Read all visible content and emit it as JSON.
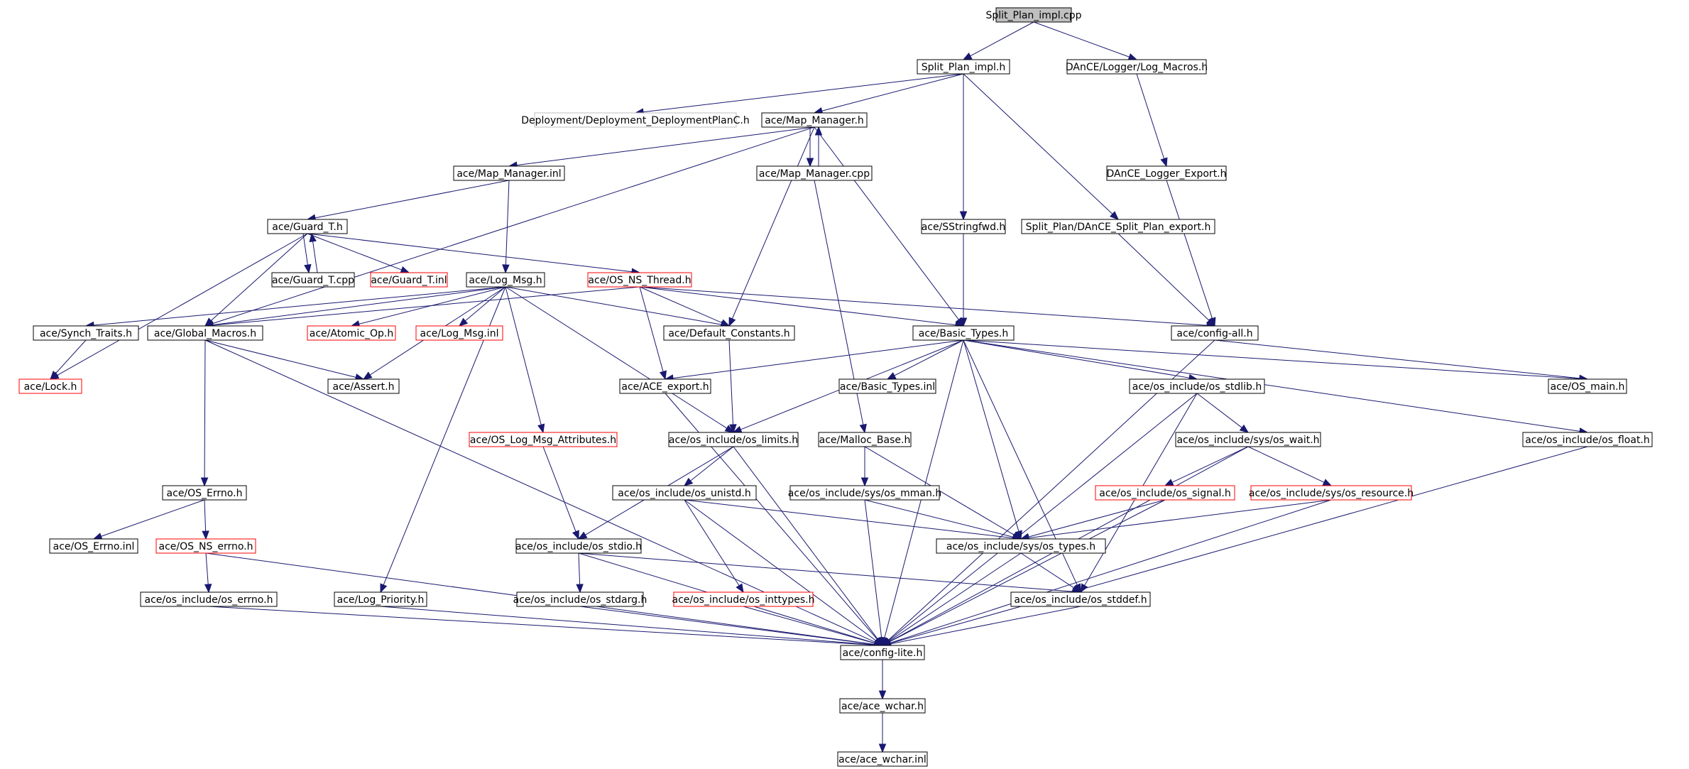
{
  "diagram": {
    "colors": {
      "edge": "#191970",
      "root_fill": "#bfbfbf",
      "box_border": "#000000",
      "missing_include_border": "#ff0000",
      "undocumented_border": "#bfbfbf"
    },
    "nodes": [
      {
        "id": "split_plan_impl_cpp",
        "label": "Split_Plan_impl.cpp",
        "style": "root"
      },
      {
        "id": "split_plan_impl_h",
        "label": "Split_Plan_impl.h",
        "style": "normal"
      },
      {
        "id": "dance_log_macros",
        "label": "DAnCE/Logger/Log_Macros.h",
        "style": "normal"
      },
      {
        "id": "deployment_planc",
        "label": "Deployment/Deployment_DeploymentPlanC.h",
        "style": "gray"
      },
      {
        "id": "map_manager_h",
        "label": "ace/Map_Manager.h",
        "style": "normal"
      },
      {
        "id": "map_manager_inl",
        "label": "ace/Map_Manager.inl",
        "style": "normal"
      },
      {
        "id": "map_manager_cpp",
        "label": "ace/Map_Manager.cpp",
        "style": "normal"
      },
      {
        "id": "dance_logger_export",
        "label": "DAnCE_Logger_Export.h",
        "style": "normal"
      },
      {
        "id": "guard_t_h",
        "label": "ace/Guard_T.h",
        "style": "normal"
      },
      {
        "id": "sstringfwd",
        "label": "ace/SStringfwd.h",
        "style": "normal"
      },
      {
        "id": "split_plan_export",
        "label": "Split_Plan/DAnCE_Split_Plan_export.h",
        "style": "normal"
      },
      {
        "id": "guard_t_cpp",
        "label": "ace/Guard_T.cpp",
        "style": "normal"
      },
      {
        "id": "guard_t_inl",
        "label": "ace/Guard_T.inl",
        "style": "red"
      },
      {
        "id": "log_msg_h",
        "label": "ace/Log_Msg.h",
        "style": "normal"
      },
      {
        "id": "os_ns_thread",
        "label": "ace/OS_NS_Thread.h",
        "style": "red"
      },
      {
        "id": "synch_traits",
        "label": "ace/Synch_Traits.h",
        "style": "normal"
      },
      {
        "id": "global_macros",
        "label": "ace/Global_Macros.h",
        "style": "normal"
      },
      {
        "id": "atomic_op",
        "label": "ace/Atomic_Op.h",
        "style": "red"
      },
      {
        "id": "log_msg_inl",
        "label": "ace/Log_Msg.inl",
        "style": "red"
      },
      {
        "id": "default_constants",
        "label": "ace/Default_Constants.h",
        "style": "normal"
      },
      {
        "id": "basic_types_h",
        "label": "ace/Basic_Types.h",
        "style": "normal"
      },
      {
        "id": "config_all",
        "label": "ace/config-all.h",
        "style": "normal"
      },
      {
        "id": "lock_h",
        "label": "ace/Lock.h",
        "style": "red"
      },
      {
        "id": "assert_h",
        "label": "ace/Assert.h",
        "style": "normal"
      },
      {
        "id": "ace_export",
        "label": "ace/ACE_export.h",
        "style": "normal"
      },
      {
        "id": "basic_types_inl",
        "label": "ace/Basic_Types.inl",
        "style": "normal"
      },
      {
        "id": "os_stdlib",
        "label": "ace/os_include/os_stdlib.h",
        "style": "normal"
      },
      {
        "id": "os_main",
        "label": "ace/OS_main.h",
        "style": "normal"
      },
      {
        "id": "os_log_msg_attributes",
        "label": "ace/OS_Log_Msg_Attributes.h",
        "style": "red"
      },
      {
        "id": "os_limits",
        "label": "ace/os_include/os_limits.h",
        "style": "normal"
      },
      {
        "id": "malloc_base",
        "label": "ace/Malloc_Base.h",
        "style": "normal"
      },
      {
        "id": "os_wait",
        "label": "ace/os_include/sys/os_wait.h",
        "style": "normal"
      },
      {
        "id": "os_float",
        "label": "ace/os_include/os_float.h",
        "style": "normal"
      },
      {
        "id": "os_errno_h",
        "label": "ace/OS_Errno.h",
        "style": "normal"
      },
      {
        "id": "os_unistd",
        "label": "ace/os_include/os_unistd.h",
        "style": "normal"
      },
      {
        "id": "os_mman",
        "label": "ace/os_include/sys/os_mman.h",
        "style": "normal"
      },
      {
        "id": "os_signal",
        "label": "ace/os_include/os_signal.h",
        "style": "red"
      },
      {
        "id": "os_resource",
        "label": "ace/os_include/sys/os_resource.h",
        "style": "red"
      },
      {
        "id": "os_errno_inl",
        "label": "ace/OS_Errno.inl",
        "style": "normal"
      },
      {
        "id": "os_ns_errno",
        "label": "ace/OS_NS_errno.h",
        "style": "red"
      },
      {
        "id": "os_stdio",
        "label": "ace/os_include/os_stdio.h",
        "style": "normal"
      },
      {
        "id": "os_types",
        "label": "ace/os_include/sys/os_types.h",
        "style": "normal"
      },
      {
        "id": "os_include_errno",
        "label": "ace/os_include/os_errno.h",
        "style": "normal"
      },
      {
        "id": "log_priority",
        "label": "ace/Log_Priority.h",
        "style": "normal"
      },
      {
        "id": "os_stdarg",
        "label": "ace/os_include/os_stdarg.h",
        "style": "normal"
      },
      {
        "id": "os_inttypes",
        "label": "ace/os_include/os_inttypes.h",
        "style": "red"
      },
      {
        "id": "os_stddef",
        "label": "ace/os_include/os_stddef.h",
        "style": "normal"
      },
      {
        "id": "config_lite",
        "label": "ace/config-lite.h",
        "style": "normal"
      },
      {
        "id": "ace_wchar_h",
        "label": "ace/ace_wchar.h",
        "style": "normal"
      },
      {
        "id": "ace_wchar_inl",
        "label": "ace/ace_wchar.inl",
        "style": "normal"
      }
    ],
    "edges": [
      [
        "split_plan_impl_cpp",
        "split_plan_impl_h"
      ],
      [
        "split_plan_impl_cpp",
        "dance_log_macros"
      ],
      [
        "split_plan_impl_h",
        "deployment_planc"
      ],
      [
        "split_plan_impl_h",
        "map_manager_h"
      ],
      [
        "split_plan_impl_h",
        "sstringfwd"
      ],
      [
        "split_plan_impl_h",
        "split_plan_export"
      ],
      [
        "dance_log_macros",
        "dance_logger_export"
      ],
      [
        "dance_logger_export",
        "config_all"
      ],
      [
        "split_plan_export",
        "config_all"
      ],
      [
        "map_manager_h",
        "map_manager_inl"
      ],
      [
        "map_manager_h",
        "map_manager_cpp"
      ],
      [
        "map_manager_cpp",
        "map_manager_h"
      ],
      [
        "map_manager_h",
        "global_macros"
      ],
      [
        "map_manager_h",
        "default_constants"
      ],
      [
        "map_manager_h",
        "basic_types_h"
      ],
      [
        "map_manager_inl",
        "guard_t_h"
      ],
      [
        "map_manager_inl",
        "log_msg_h"
      ],
      [
        "map_manager_cpp",
        "malloc_base"
      ],
      [
        "sstringfwd",
        "basic_types_h"
      ],
      [
        "guard_t_h",
        "guard_t_cpp"
      ],
      [
        "guard_t_cpp",
        "guard_t_h"
      ],
      [
        "guard_t_h",
        "guard_t_inl"
      ],
      [
        "guard_t_h",
        "os_ns_thread"
      ],
      [
        "guard_t_h",
        "global_macros"
      ],
      [
        "guard_t_h",
        "lock_h"
      ],
      [
        "log_msg_h",
        "synch_traits"
      ],
      [
        "log_msg_h",
        "global_macros"
      ],
      [
        "log_msg_h",
        "atomic_op"
      ],
      [
        "log_msg_h",
        "log_msg_inl"
      ],
      [
        "log_msg_h",
        "default_constants"
      ],
      [
        "log_msg_h",
        "assert_h"
      ],
      [
        "log_msg_h",
        "os_log_msg_attributes"
      ],
      [
        "log_msg_h",
        "os_limits"
      ],
      [
        "log_msg_h",
        "log_priority"
      ],
      [
        "os_ns_thread",
        "global_macros"
      ],
      [
        "os_ns_thread",
        "default_constants"
      ],
      [
        "os_ns_thread",
        "ace_export"
      ],
      [
        "os_ns_thread",
        "basic_types_h"
      ],
      [
        "os_ns_thread",
        "config_all"
      ],
      [
        "synch_traits",
        "lock_h"
      ],
      [
        "global_macros",
        "assert_h"
      ],
      [
        "global_macros",
        "os_errno_h"
      ],
      [
        "global_macros",
        "config_lite"
      ],
      [
        "default_constants",
        "os_limits"
      ],
      [
        "basic_types_h",
        "ace_export"
      ],
      [
        "basic_types_h",
        "basic_types_inl"
      ],
      [
        "basic_types_h",
        "os_limits"
      ],
      [
        "basic_types_h",
        "os_stdlib"
      ],
      [
        "basic_types_h",
        "os_main"
      ],
      [
        "basic_types_h",
        "os_float"
      ],
      [
        "basic_types_h",
        "os_types"
      ],
      [
        "basic_types_h",
        "os_stddef"
      ],
      [
        "basic_types_h",
        "config_lite"
      ],
      [
        "config_all",
        "config_lite"
      ],
      [
        "config_all",
        "os_main"
      ],
      [
        "ace_export",
        "config_lite"
      ],
      [
        "os_stdlib",
        "os_wait"
      ],
      [
        "os_stdlib",
        "os_stddef"
      ],
      [
        "os_stdlib",
        "config_lite"
      ],
      [
        "os_log_msg_attributes",
        "os_stdio"
      ],
      [
        "os_limits",
        "os_unistd"
      ],
      [
        "os_limits",
        "os_stdio"
      ],
      [
        "os_limits",
        "config_lite"
      ],
      [
        "malloc_base",
        "os_mman"
      ],
      [
        "malloc_base",
        "os_types"
      ],
      [
        "os_wait",
        "os_signal"
      ],
      [
        "os_wait",
        "os_resource"
      ],
      [
        "os_wait",
        "config_lite"
      ],
      [
        "os_float",
        "config_lite"
      ],
      [
        "os_errno_h",
        "os_errno_inl"
      ],
      [
        "os_errno_h",
        "os_ns_errno"
      ],
      [
        "os_unistd",
        "os_types"
      ],
      [
        "os_unistd",
        "os_inttypes"
      ],
      [
        "os_unistd",
        "config_lite"
      ],
      [
        "os_mman",
        "os_types"
      ],
      [
        "os_mman",
        "config_lite"
      ],
      [
        "os_signal",
        "os_types"
      ],
      [
        "os_signal",
        "config_lite"
      ],
      [
        "os_resource",
        "os_types"
      ],
      [
        "os_resource",
        "config_lite"
      ],
      [
        "os_ns_errno",
        "os_include_errno"
      ],
      [
        "os_ns_errno",
        "config_lite"
      ],
      [
        "os_stdio",
        "os_stdarg"
      ],
      [
        "os_stdio",
        "os_stddef"
      ],
      [
        "os_stdio",
        "config_lite"
      ],
      [
        "os_types",
        "os_stddef"
      ],
      [
        "os_types",
        "config_lite"
      ],
      [
        "os_include_errno",
        "config_lite"
      ],
      [
        "log_priority",
        "config_lite"
      ],
      [
        "os_stdarg",
        "config_lite"
      ],
      [
        "os_inttypes",
        "config_lite"
      ],
      [
        "os_stddef",
        "config_lite"
      ],
      [
        "config_lite",
        "ace_wchar_h"
      ],
      [
        "ace_wchar_h",
        "ace_wchar_inl"
      ]
    ]
  }
}
